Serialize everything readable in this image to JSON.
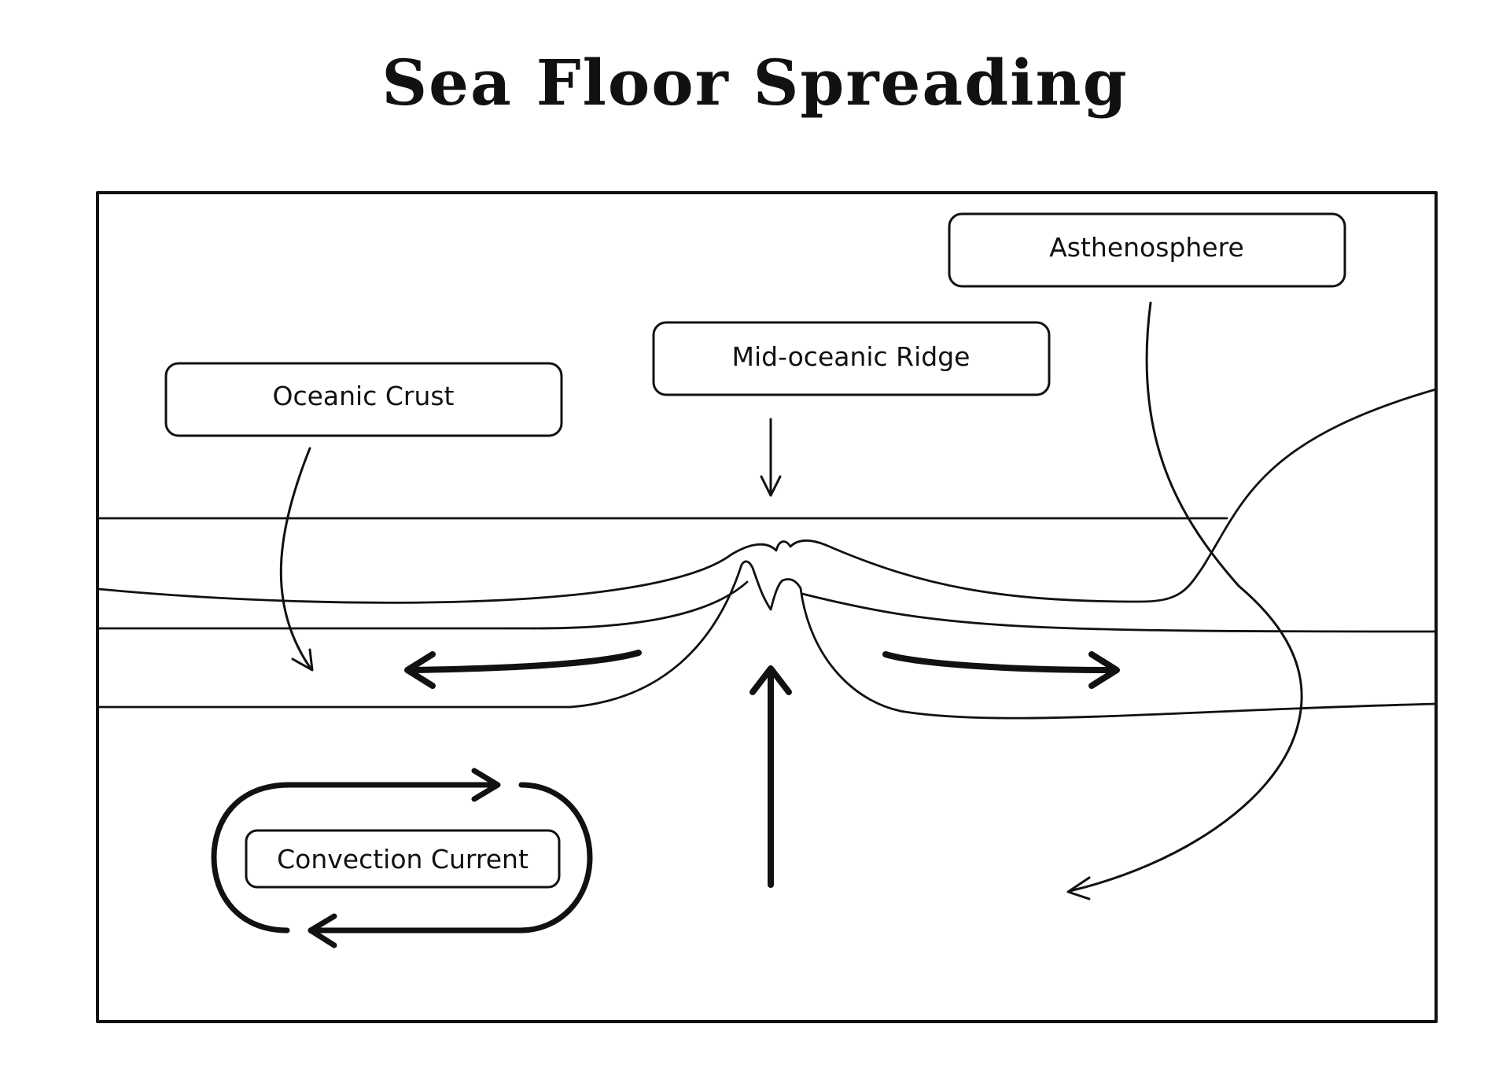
{
  "title": "Sea Floor Spreading",
  "labels": {
    "asthenosphere": "Asthenosphere",
    "mid_oceanic_ridge": "Mid-oceanic Ridge",
    "oceanic_crust": "Oceanic Crust",
    "convection_current": "Convection Current"
  }
}
